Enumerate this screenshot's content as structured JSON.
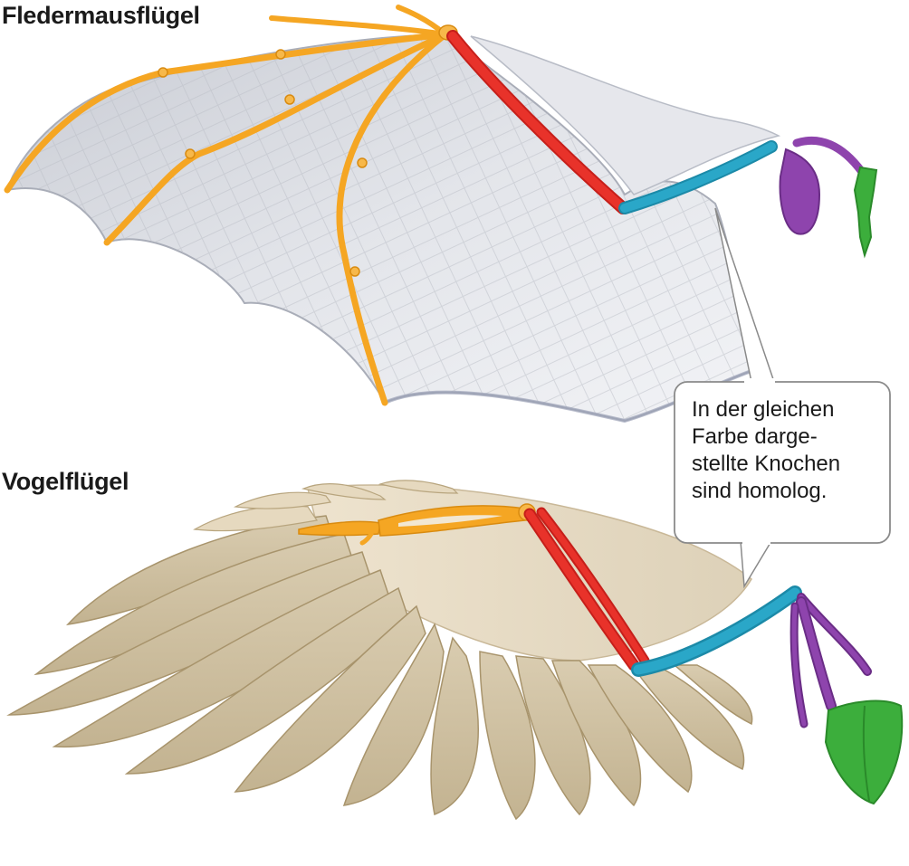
{
  "labels": {
    "bat_title": "Fledermausflügel",
    "bird_title": "Vogelflügel"
  },
  "callout": {
    "lines": [
      "In der gleichen",
      "Farbe darge-",
      "stellte Knochen",
      "sind homolog."
    ]
  },
  "colors": {
    "hand_bones": "#f5a623",
    "forearm_bones": "#e8322a",
    "upper_arm": "#2aa7c8",
    "shoulder_girdle": "#8e44ad",
    "breastbone": "#3cae3c",
    "membrane": "#d4d6dc",
    "feathers": "#cfc0a2"
  }
}
